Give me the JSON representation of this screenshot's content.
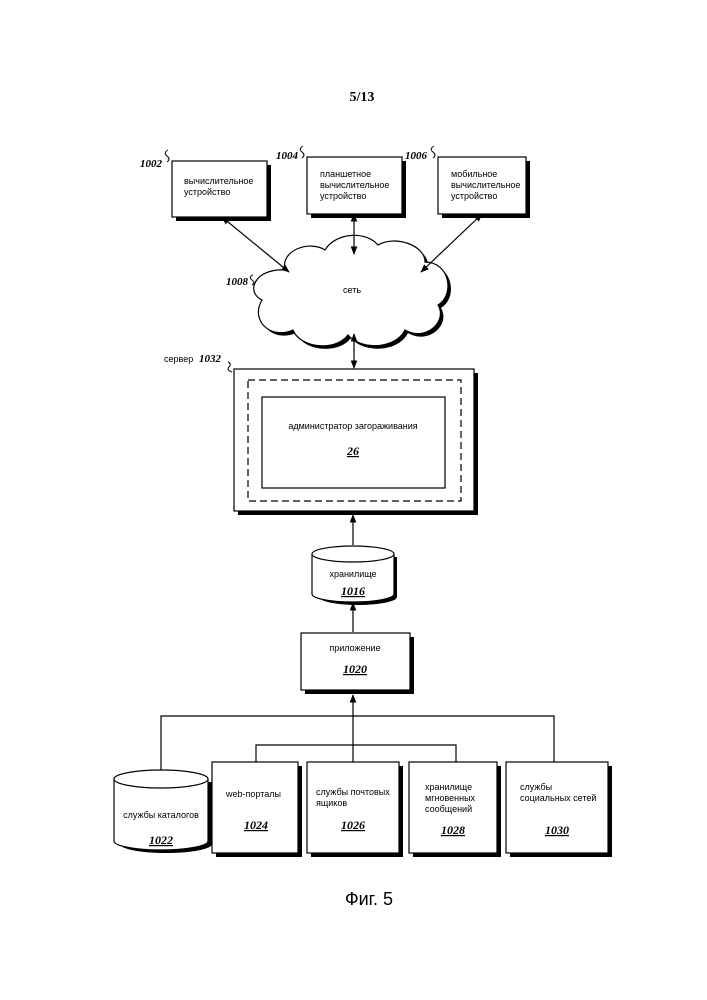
{
  "page_number": "5/13",
  "figure_caption": "Фиг. 5",
  "devices": {
    "computing": {
      "ref": "1002",
      "label_lines": [
        "вычислительное",
        "устройство"
      ]
    },
    "tablet": {
      "ref": "1004",
      "label_lines": [
        "планшетное",
        "вычислительное",
        "устройство"
      ]
    },
    "mobile": {
      "ref": "1006",
      "label_lines": [
        "мобильное",
        "вычислительное",
        "устройство"
      ]
    }
  },
  "network": {
    "ref": "1008",
    "label": "сеть"
  },
  "server": {
    "label": "сервер",
    "ref": "1032",
    "manager_label": "администратор загораживания",
    "manager_ref": "26"
  },
  "storage": {
    "label": "хранилище",
    "ref": "1016"
  },
  "application": {
    "label": "приложение",
    "ref": "1020"
  },
  "services": {
    "catalog": {
      "label_lines": [
        "службы каталогов"
      ],
      "ref": "1022"
    },
    "web_portals": {
      "label_lines": [
        "web-порталы"
      ],
      "ref": "1024"
    },
    "mailbox": {
      "label_lines": [
        "службы почтовых",
        "ящиков"
      ],
      "ref": "1026"
    },
    "im_storage": {
      "label_lines": [
        "хранилище",
        "мгновенных",
        "сообщений"
      ],
      "ref": "1028"
    },
    "social": {
      "label_lines": [
        "службы",
        "социальных сетей"
      ],
      "ref": "1030"
    }
  }
}
